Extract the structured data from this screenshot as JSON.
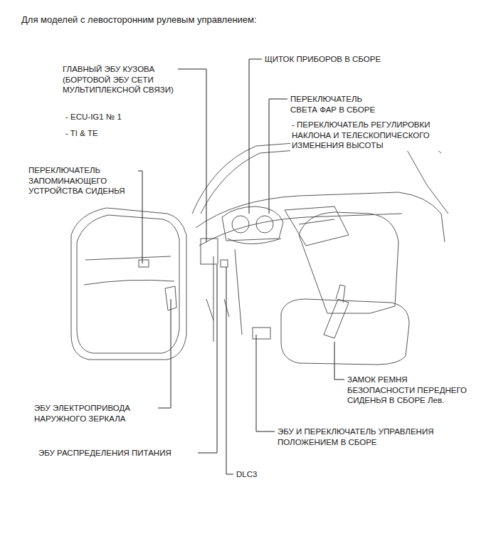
{
  "diagram": {
    "title": "Для моделей с левосторонним рулевым управлением:",
    "labels": [
      "ГЛАВНЫЙ ЭБУ КУЗОВА (БОРТОВОЙ ЭБУ СЕТИ МУЛЬТИПЛЕКСНОЙ СВЯЗИ)",
      "- ECU-IG1 № 1",
      "- TI & TE",
      "ЩИТОК ПРИБОРОВ В СБОРЕ",
      "ПЕРЕКЛЮЧАТЕЛЬ СВЕТА ФАР В СБОРЕ",
      "- ПЕРЕКЛЮЧАТЕЛЬ РЕГУЛИРОВКИ НАКЛОНА И ТЕЛЕСКОПИЧЕСКОГО ИЗМЕНЕНИЯ ВЫСОТЫ",
      "ПЕРЕКЛЮЧАТЕЛЬ ЗАПОМИНАЮЩЕГО УСТРОЙСТВА СИДЕНЬЯ",
      "ЗАМОК РЕМНЯ БЕЗОПАСНОСТИ ПЕРЕДНЕГО СИДЕНЬЯ В СБОРЕ Лев.",
      "ЭБУ ЭЛЕКТРОПРИВОДА НАРУЖНОГО ЗЕРКАЛА",
      "ЭБУ И ПЕРЕКЛЮЧАТЕЛЬ УПРАВЛЕНИЯ ПОЛОЖЕНИЕМ В СБОРЕ",
      "ЭБУ РАСПРЕДЕЛЕНИЯ ПИТАНИЯ",
      "DLC3"
    ]
  }
}
